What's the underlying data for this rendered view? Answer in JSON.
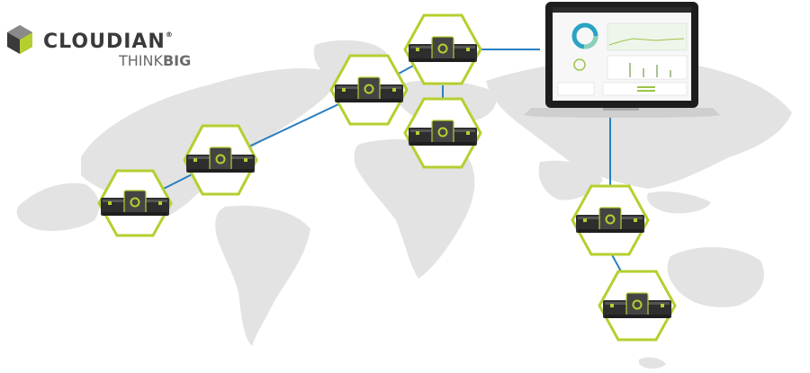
{
  "brand": {
    "name": "CLOUDIAN",
    "registered_mark": "®",
    "tagline_light": "THINK",
    "tagline_bold": "BIG"
  },
  "colors": {
    "accent": "#b5cf2f",
    "link": "#2a7fc1",
    "map": "#e3e3e3",
    "device": "#3a3a3a"
  },
  "icons": {
    "device": "cloudian-appliance-icon",
    "logo": "cloudian-cube-icon"
  }
}
